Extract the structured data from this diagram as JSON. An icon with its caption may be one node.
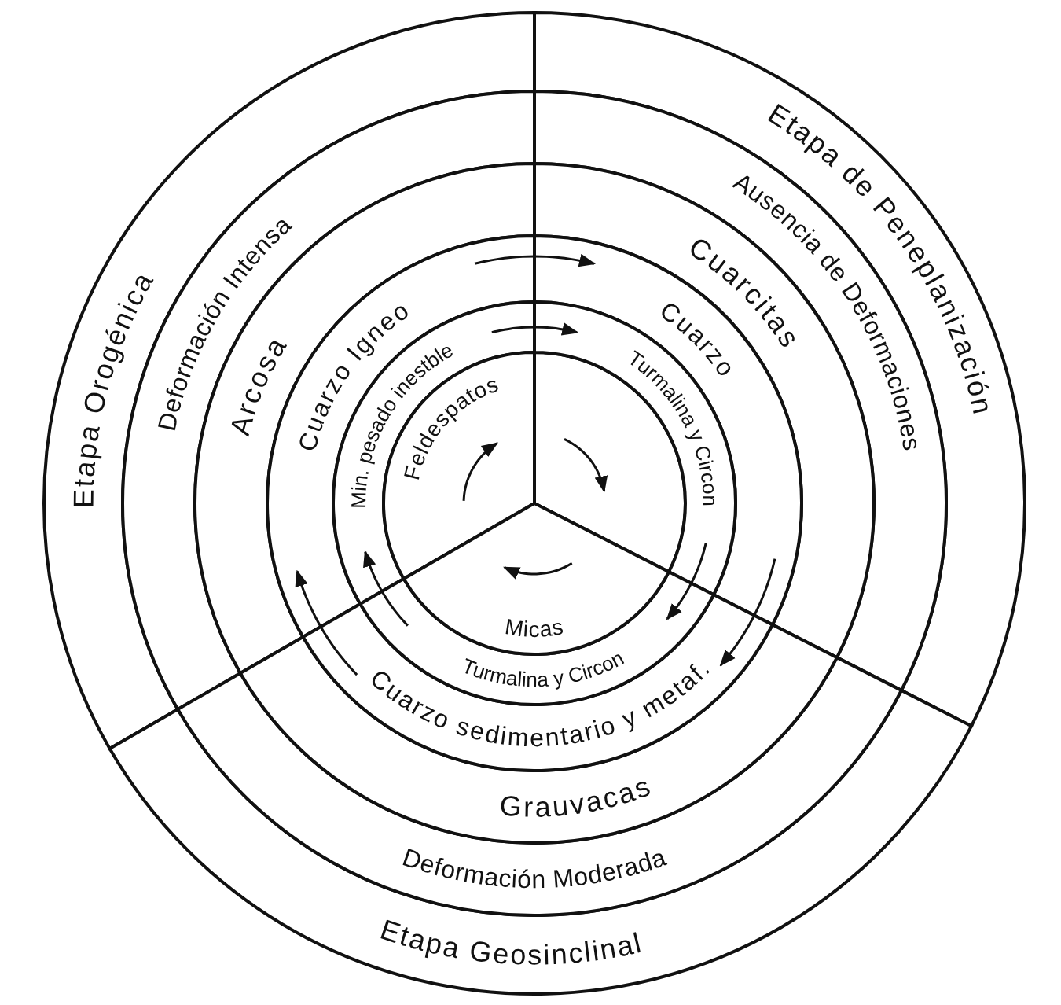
{
  "diagram": {
    "nodes": [
      {
        "text": [
          "Etapa Orogénica"
        ]
      },
      {
        "text": [
          "Etapa de Peneplanización"
        ]
      },
      {
        "text": [
          "Etapa Geosinclinal"
        ]
      },
      {
        "text": [
          "Deformación Intensa"
        ]
      },
      {
        "text": [
          "Ausencia de Deformaciones"
        ]
      },
      {
        "text": [
          "Deformación Moderada"
        ]
      },
      {
        "text": [
          "Arcosa"
        ]
      },
      {
        "text": [
          "Cuarcitas"
        ]
      },
      {
        "text": [
          "Grauvacas"
        ]
      },
      {
        "text": [
          "Cuarzo Igneo"
        ]
      },
      {
        "text": [
          "Cuarzo"
        ]
      },
      {
        "text": [
          "Cuarzo sedimentario y metaf."
        ]
      },
      {
        "text": [
          "Min. pesado inestble"
        ]
      },
      {
        "text": [
          "Turmalina y Circon"
        ]
      },
      {
        "text": [
          "Turmalina y Circon"
        ]
      },
      {
        "text": [
          "Feldespatos"
        ]
      },
      {
        "text": [
          "Micas"
        ]
      }
    ],
    "edges": [
      {
        "from": 9,
        "to": 10,
        "arrow": "to"
      },
      {
        "from": 10,
        "to": 11,
        "arrow": "to"
      },
      {
        "from": 11,
        "to": 9,
        "arrow": "to"
      },
      {
        "from": 12,
        "to": 13,
        "arrow": "to"
      },
      {
        "from": 13,
        "to": 14,
        "arrow": "to"
      },
      {
        "from": 14,
        "to": 12,
        "arrow": "to"
      }
    ]
  }
}
